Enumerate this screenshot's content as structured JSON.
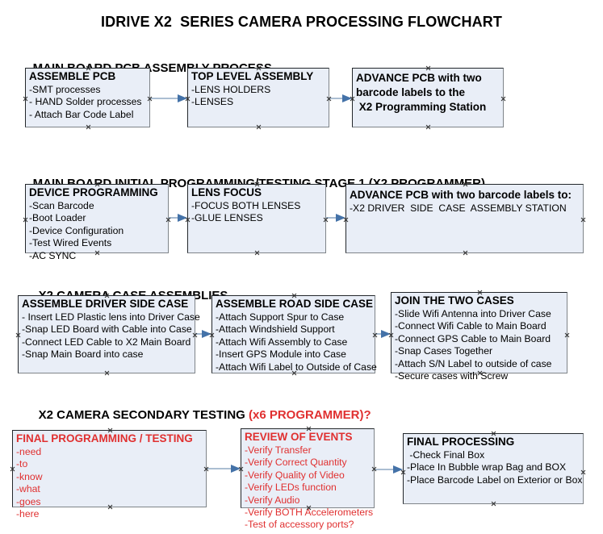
{
  "document": {
    "title": "IDRIVE X2  SERIES CAMERA PROCESSING FLOWCHART"
  },
  "sections": [
    {
      "heading": "MAIN BOARD PCB ASSEMBLY PROCESS",
      "accent": ""
    },
    {
      "heading": "MAIN BOARD INITIAL PROGRAMMING/TESTING STAGE 1 (X2 PROGRAMMER)",
      "accent": ""
    },
    {
      "heading": "X2 CAMERA CASE ASSEMBLIES",
      "accent": ""
    },
    {
      "heading": "X2 CAMERA SECONDARY TESTING ",
      "accent": "(x6 PROGRAMMER)?"
    }
  ],
  "nodes": {
    "assemble_pcb": {
      "title": "ASSEMBLE PCB",
      "items": [
        "-SMT processes",
        "- HAND Solder processes",
        "- Attach Bar Code Label"
      ]
    },
    "top_level_assembly": {
      "title": "TOP LEVEL ASSEMBLY",
      "items": [
        "-LENS HOLDERS",
        "-LENSES"
      ]
    },
    "advance_pcb_station": {
      "title": "ADVANCE PCB with two",
      "items": [
        "barcode labels to the",
        " X2 Programming Station"
      ]
    },
    "device_programming": {
      "title": "DEVICE PROGRAMMING",
      "items": [
        "-Scan Barcode",
        "-Boot Loader",
        "-Device Configuration",
        "-Test Wired Events",
        "-AC SYNC"
      ]
    },
    "lens_focus": {
      "title": "LENS FOCUS",
      "items": [
        "-FOCUS BOTH LENSES",
        "-GLUE LENSES"
      ]
    },
    "advance_pcb_driver_case": {
      "title": "ADVANCE PCB with two barcode labels to:",
      "items": [
        "-X2 DRIVER  SIDE  CASE  ASSEMBLY STATION"
      ]
    },
    "assemble_driver_side_case": {
      "title": "ASSEMBLE DRIVER SIDE CASE",
      "items": [
        "- Insert LED Plastic lens into Driver Case",
        "-Snap LED Board with Cable into Case",
        "-Connect LED Cable to X2 Main Board",
        "-Snap Main Board into case"
      ]
    },
    "assemble_road_side_case": {
      "title": "ASSEMBLE ROAD SIDE CASE",
      "items": [
        "-Attach Support Spur to Case",
        "-Attach Windshield Support",
        "-Attach Wifi Assembly to Case",
        "-Insert GPS Module into Case",
        "-Attach Wifi Label to Outside of Case"
      ]
    },
    "join_the_two_cases": {
      "title": "JOIN THE TWO CASES",
      "items": [
        "-Slide Wifi Antenna into Driver Case",
        "-Connect Wifi Cable to Main Board",
        "-Connect GPS Cable to Main Board",
        "-Snap Cases Together",
        "-Attach S/N Label to outside of case",
        "-Secure cases with Screw"
      ]
    },
    "final_programming_testing": {
      "title": "FINAL PROGRAMMING / TESTING",
      "items": [
        "-need",
        "-to",
        "-know",
        "-what",
        "-goes",
        "-here"
      ]
    },
    "review_of_events": {
      "title": "REVIEW OF EVENTS",
      "items": [
        "-Verify Transfer",
        "-Verify Correct Quantity",
        "-Verify Quality of Video",
        "-Verify LEDs function",
        "-Verify Audio",
        "-Verify BOTH Accelerometers",
        "-Test of accessory ports?"
      ]
    },
    "final_processing": {
      "title": "FINAL PROCESSING",
      "items": [
        " -Check Final Box",
        "-Place In Bubble wrap Bag and BOX",
        "-Place Barcode Label on Exterior or Box"
      ]
    }
  },
  "colors": {
    "node_fill": "#e9eef7",
    "node_border": "#23272b",
    "node_shadow": "#7f8489",
    "connector_line": "#8fa9c4",
    "arrow_head": "#4472a8",
    "accent_red": "#e03030",
    "text": "#000000"
  }
}
